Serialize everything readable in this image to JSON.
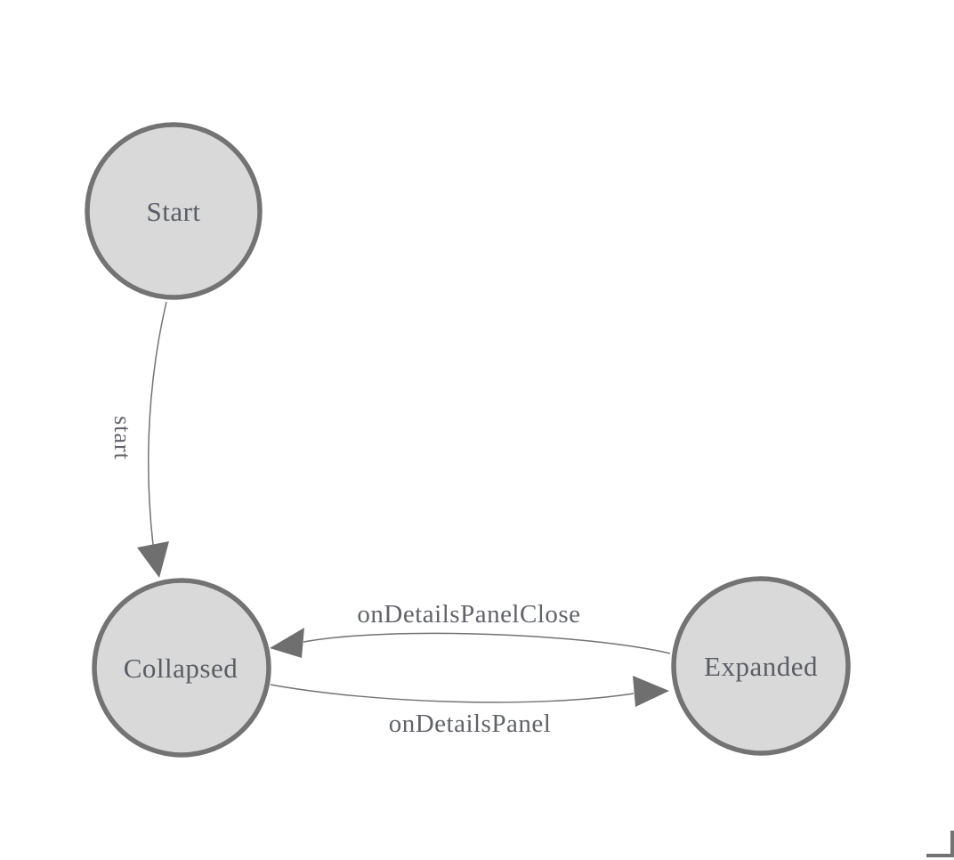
{
  "diagram": {
    "type": "state-machine",
    "nodes": {
      "start": {
        "label": "Start"
      },
      "collapsed": {
        "label": "Collapsed"
      },
      "expanded": {
        "label": "Expanded"
      }
    },
    "edges": {
      "start_to_collapsed": {
        "label": "start",
        "from": "Start",
        "to": "Collapsed"
      },
      "expanded_to_collapsed": {
        "label": "onDetailsPanelClose",
        "from": "Expanded",
        "to": "Collapsed"
      },
      "collapsed_to_expanded": {
        "label": "onDetailsPanel",
        "from": "Collapsed",
        "to": "Expanded"
      }
    },
    "colors": {
      "background": "#ffffff",
      "node_fill": "#d9d9d9",
      "node_stroke": "#737373",
      "edge_stroke": "#737373",
      "arrow_fill": "#6f6f6f",
      "node_label": "#5a5d64",
      "edge_label": "#616368",
      "corner_mark": "#737373"
    }
  }
}
